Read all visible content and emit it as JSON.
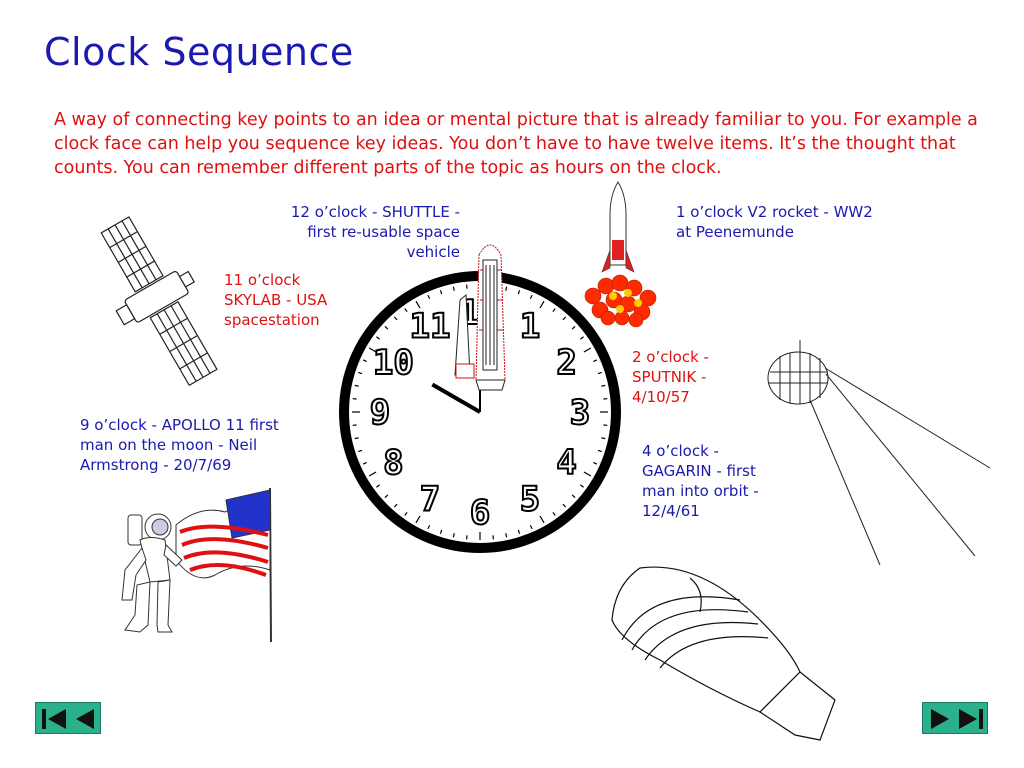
{
  "title": "Clock Sequence",
  "intro": "A way of connecting key points to an idea or mental picture that is already familiar to you.  For example a clock face can help you sequence key ideas.  You don’t have to have twelve items.  It’s the thought that counts.  You can remember different parts of the topic as hours on the clock.",
  "labels": {
    "twelve": "12 o’clock - SHUTTLE - first re-usable space vehicle",
    "one": "1 o’clock V2 rocket - WW2 at Peenemunde",
    "eleven": "11 o’clock SKYLAB - USA spacestation",
    "two": "2 o’clock - SPUTNIK - 4/10/57",
    "nine": "9 o’clock - APOLLO 11 first man on the moon - Neil Armstrong - 20/7/69",
    "four": "4 o’clock - GAGARIN - first man into orbit - 12/4/61"
  },
  "clock": {
    "numerals": [
      "12",
      "1",
      "2",
      "3",
      "4",
      "5",
      "6",
      "7",
      "8",
      "9",
      "10",
      "11"
    ],
    "hour_value": 10,
    "minute_value": 0
  },
  "colors": {
    "title": "#1a1ab0",
    "intro": "#e01010",
    "nav": "#2bb08c"
  },
  "icons": {
    "prev": "first-previous-icon",
    "next": "next-last-icon"
  }
}
